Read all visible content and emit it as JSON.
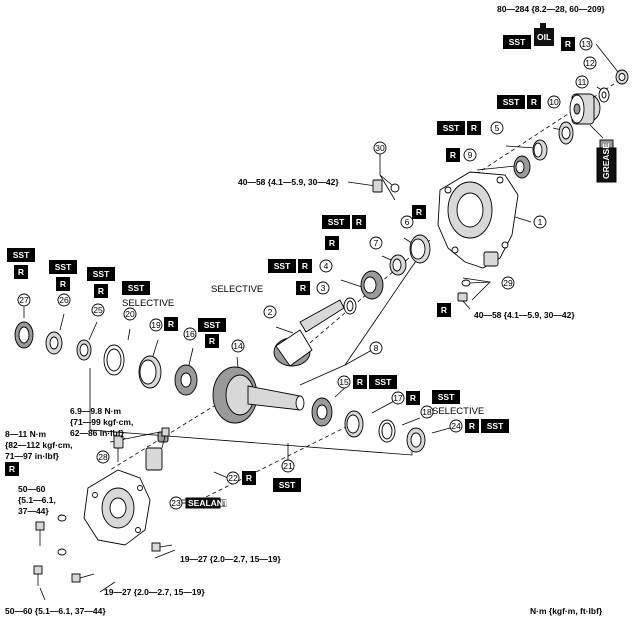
{
  "tags": {
    "sst": "SST",
    "r": "R",
    "oil": "OIL",
    "grease": "GREASE",
    "sealant": "SEALANT",
    "selective": "SELECTIVE"
  },
  "torques": {
    "t80_284": "80—284 {8.2—28, 60—209}",
    "t40_58_a": "40—58 {4.1—5.9, 30—42}",
    "t40_58_b": "40—58 {4.1—5.9, 30—42}",
    "t69_98_l1": "6.9—9.8 N·m",
    "t69_98_l2": "{71—99 kgf·cm,",
    "t69_98_l3": "62—86 in·lbf}",
    "t8_11_l1": "8—11 N·m",
    "t8_11_l2": "{82—112 kgf·cm,",
    "t8_11_l3": "71—97 in·lbf}",
    "t50_60_l1": "50—60",
    "t50_60_l2": "{5.1—6.1,",
    "t50_60_l3": "37—44}",
    "t19_27_a": "19—27 {2.0—2.7, 15—19}",
    "t19_27_b": "19—27 {2.0—2.7, 15—19}",
    "t50_60_b": "50—60 {5.1—6.1, 37—44}"
  },
  "units": "N·m {kgf·m, ft·lbf}",
  "callouts": [
    "1",
    "2",
    "3",
    "4",
    "5",
    "6",
    "7",
    "8",
    "9",
    "10",
    "11",
    "12",
    "13",
    "14",
    "15",
    "16",
    "17",
    "18",
    "19",
    "20",
    "21",
    "22",
    "23",
    "24",
    "25",
    "26",
    "27",
    "28",
    "29",
    "30"
  ],
  "colors": {
    "ink": "#000000",
    "tag_bg": "#000000",
    "tag_fg": "#ffffff",
    "paper": "#ffffff"
  }
}
